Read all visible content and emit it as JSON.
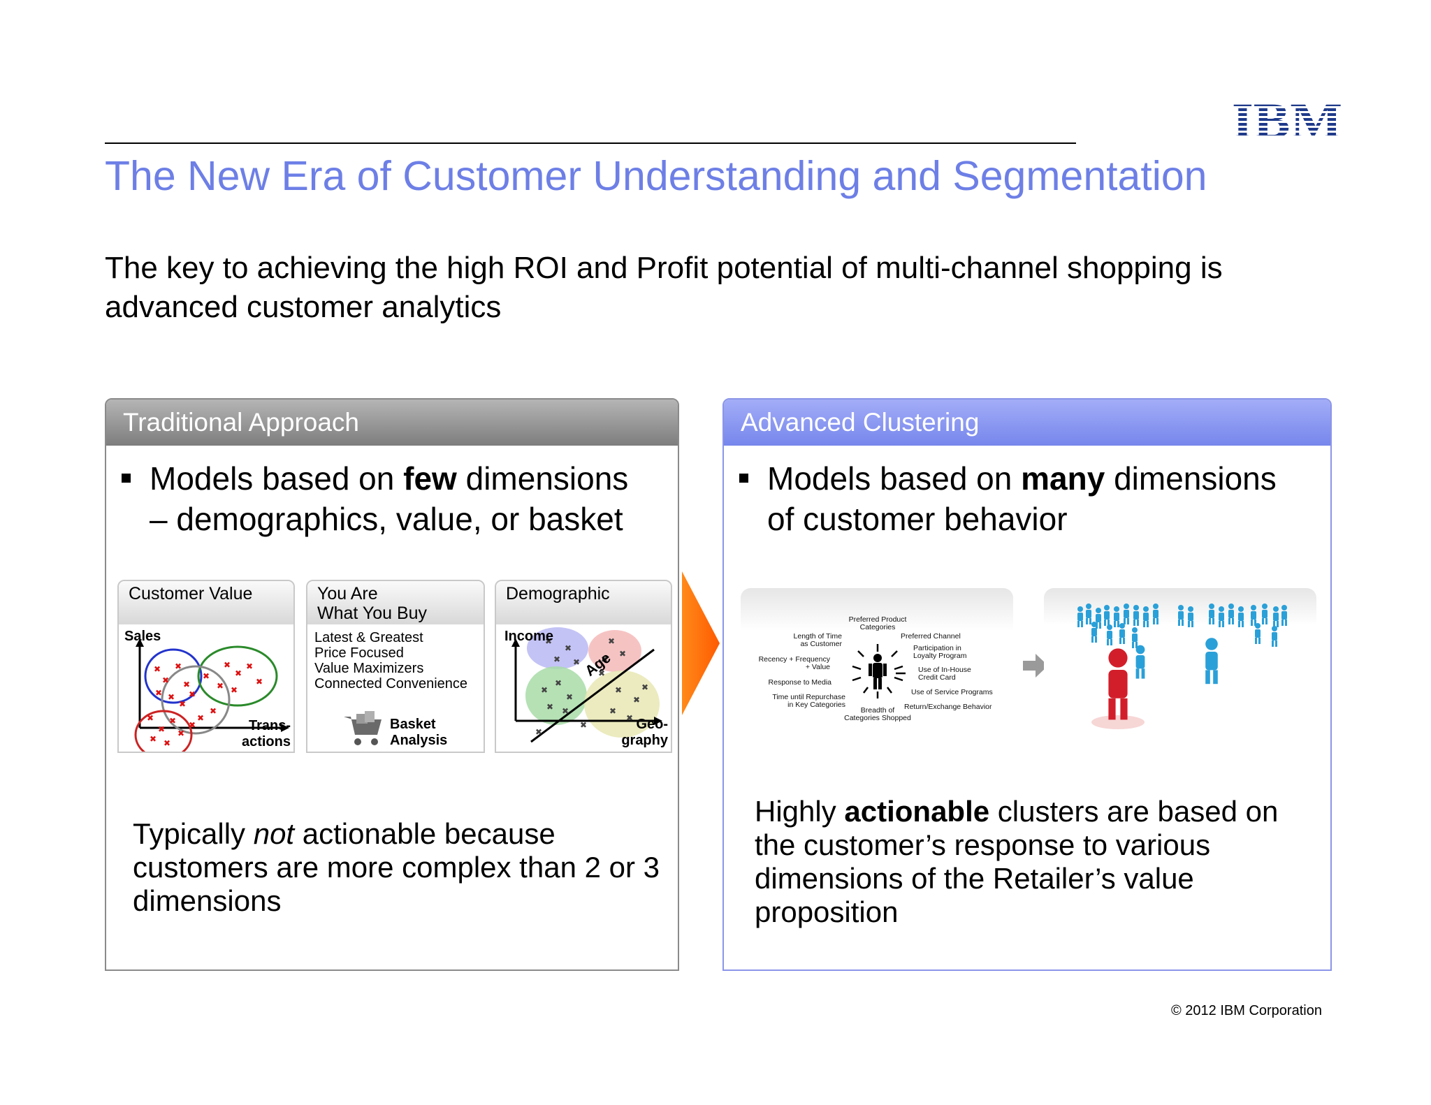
{
  "logo": {
    "text": "IBM",
    "color": "#1f3a8a"
  },
  "title": "The New Era of Customer Understanding and Segmentation",
  "subtitle": "The key to achieving the high ROI and Profit potential of multi-channel shopping is advanced customer analytics",
  "traditional": {
    "header": "Traditional Approach",
    "bullet": {
      "pre": "Models based on ",
      "bold": "few",
      "post": " dimensions",
      "line2": "– demographics, value, or basket"
    },
    "charts": [
      {
        "title": "Customer Value",
        "y_label": "Sales",
        "x_label_1": "Trans-",
        "x_label_2": "actions"
      },
      {
        "title_1": "You Are",
        "title_2": "What You Buy",
        "items": [
          "Latest & Greatest",
          "Price Focused",
          "Value Maximizers",
          "Connected Convenience"
        ],
        "icon_label_1": "Basket",
        "icon_label_2": "Analysis"
      },
      {
        "title": "Demographic",
        "y_label": "Income",
        "diag_label": "Age",
        "x_label_1": "Geo-",
        "x_label_2": "graphy"
      }
    ],
    "note": {
      "pre": "Typically ",
      "italic": "not",
      "post": " actionable because customers are more complex than 2 or 3 dimensions"
    }
  },
  "advanced": {
    "header": "Advanced Clustering",
    "bullet": {
      "pre": "Models based on ",
      "bold": "many",
      "post": " dimensions",
      "line2": "of customer behavior"
    },
    "dimensions": {
      "top_1": "Preferred Product",
      "top_2": "Categories",
      "l1_1": "Length of Time",
      "l1_2": "as Customer",
      "l2_1": "Recency + Frequency",
      "l2_2": "+ Value",
      "l3": "Response to Media",
      "l4_1": "Time until Repurchase",
      "l4_2": "in Key Categories",
      "bottom_1": "Breadth of",
      "bottom_2": "Categories Shopped",
      "r1": "Preferred Channel",
      "r2_1": "Participation in",
      "r2_2": "Loyalty Program",
      "r3_1": "Use of In-House",
      "r3_2": "Credit Card",
      "r4": "Use of Service Programs",
      "r5": "Return/Exchange Behavior"
    },
    "note": {
      "pre": "Highly ",
      "bold": "actionable",
      "post": " clusters are based on the customer’s response to various dimensions of the Retailer’s value proposition"
    }
  },
  "colors": {
    "title": "#6d7fe6",
    "arrow": "#ff6a00",
    "people_blue": "#2aa0d8",
    "person_red": "#d21e2b"
  },
  "copyright": "© 2012 IBM Corporation"
}
